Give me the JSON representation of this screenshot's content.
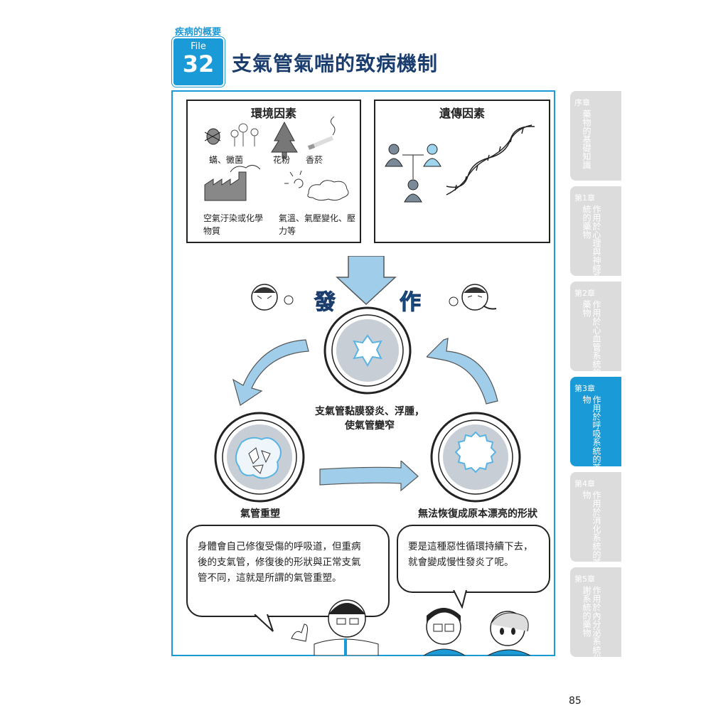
{
  "header": {
    "section": "疾病的概要",
    "file_label": "File",
    "file_number": "32",
    "title": "支氣管氣喘的致病機制"
  },
  "environment_box": {
    "title": "環境因素",
    "items": [
      "蟎、黴菌",
      "花粉",
      "香菸",
      "空氣汙染或化學物質",
      "氣溫、氣壓變化、壓力等"
    ]
  },
  "genetic_box": {
    "title": "遺傳因素"
  },
  "cycle": {
    "attack_chars": [
      "發",
      "作"
    ],
    "top_caption_1": "支氣管黏膜發炎、浮腫，",
    "top_caption_2": "使氣管變窄",
    "left_caption": "氣管重塑",
    "right_caption": "無法恢復成原本漂亮的形狀"
  },
  "bubbles": {
    "left_lines": [
      "身體會自己修復受傷的呼吸道，但重病",
      "後的支氣管，修復後的形狀與正常支氣",
      "管不同，這就是所謂的氣管重塑。"
    ],
    "right_lines": [
      "要是這種惡性循環持續下去，",
      "就會變成慢性發炎了呢。"
    ]
  },
  "side_tabs": [
    {
      "chapter": "序章",
      "text": "藥物的基礎知識",
      "active": false
    },
    {
      "chapter": "第1章",
      "text": "作用於心理與神經系統的藥物",
      "active": false
    },
    {
      "chapter": "第2章",
      "text": "作用於心血管系統的藥物",
      "active": false
    },
    {
      "chapter": "第3章",
      "text": "作用於呼吸系統的藥物",
      "active": true
    },
    {
      "chapter": "第4章",
      "text": "作用於消化系統的藥物",
      "active": false
    },
    {
      "chapter": "第5章",
      "text": "作用於內分泌系統代謝系統的藥物",
      "active": false
    }
  ],
  "page_number": "85",
  "colors": {
    "accent": "#1a9ad6",
    "title": "#1a3d6e",
    "tab_inactive": "#dcdcdc"
  }
}
